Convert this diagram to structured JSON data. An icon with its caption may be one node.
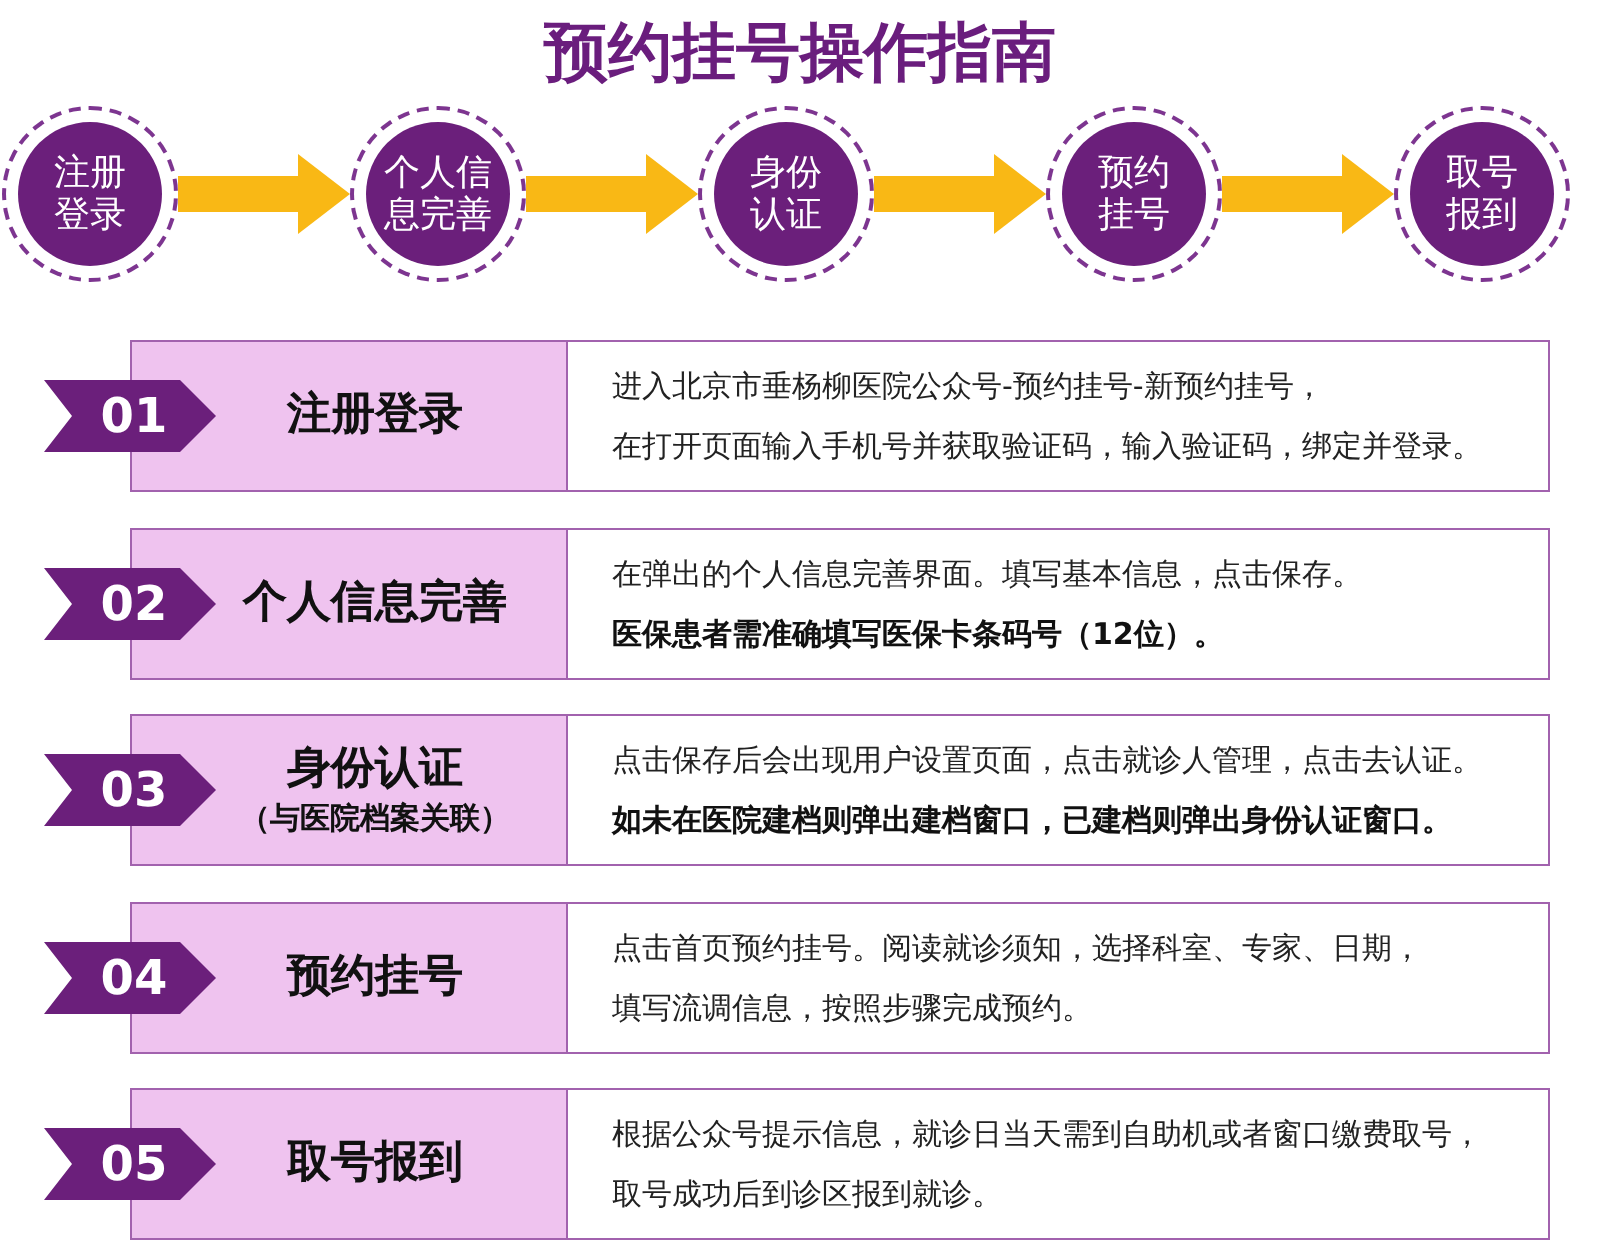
{
  "diagram": {
    "title": "预约挂号操作指南",
    "nodes": [
      {
        "text": [
          "注册登录"
        ]
      },
      {
        "text": [
          "个人信息完善"
        ]
      },
      {
        "text": [
          "身份认证"
        ]
      },
      {
        "text": [
          "预约挂号"
        ]
      },
      {
        "text": [
          "取号报到"
        ]
      },
      {
        "text": [
          "01"
        ]
      },
      {
        "text": [
          "注册登录"
        ]
      },
      {
        "text": [
          "进入北京市垂杨柳医院公众号-预约挂号-新预约挂号，",
          "在打开页面输入手机号并获取验证码，输入验证码，绑定并登录。"
        ]
      },
      {
        "text": [
          "02"
        ]
      },
      {
        "text": [
          "个人信息完善"
        ]
      },
      {
        "text": [
          "在弹出的个人信息完善界面。填写基本信息，点击保存。",
          "**医保患者需准确填写医保卡条码号（12位）。**"
        ]
      },
      {
        "text": [
          "03"
        ]
      },
      {
        "text": [
          "身份认证",
          "（与医院档案关联）"
        ]
      },
      {
        "text": [
          "点击保存后会出现用户设置页面，点击就诊人管理，点击去认证。",
          "**如未在医院建档则弹出建档窗口，已建档则弹出身份认证窗口。**"
        ]
      },
      {
        "text": [
          "04"
        ]
      },
      {
        "text": [
          "预约挂号"
        ]
      },
      {
        "text": [
          "点击首页预约挂号。阅读就诊须知，选择科室、专家、日期，",
          "填写流调信息，按照步骤完成预约。"
        ]
      },
      {
        "text": [
          "05"
        ]
      },
      {
        "text": [
          "取号报到"
        ]
      },
      {
        "text": [
          "根据公众号提示信息，就诊日当天需到自助机或者窗口缴费取号，",
          "取号成功后到诊区报到就诊。"
        ]
      }
    ],
    "edges": [
      {
        "from": 0,
        "to": 1,
        "arrow": "to"
      },
      {
        "from": 1,
        "to": 2,
        "arrow": "to"
      },
      {
        "from": 2,
        "to": 3,
        "arrow": "to"
      },
      {
        "from": 3,
        "to": 4,
        "arrow": "to"
      }
    ]
  }
}
